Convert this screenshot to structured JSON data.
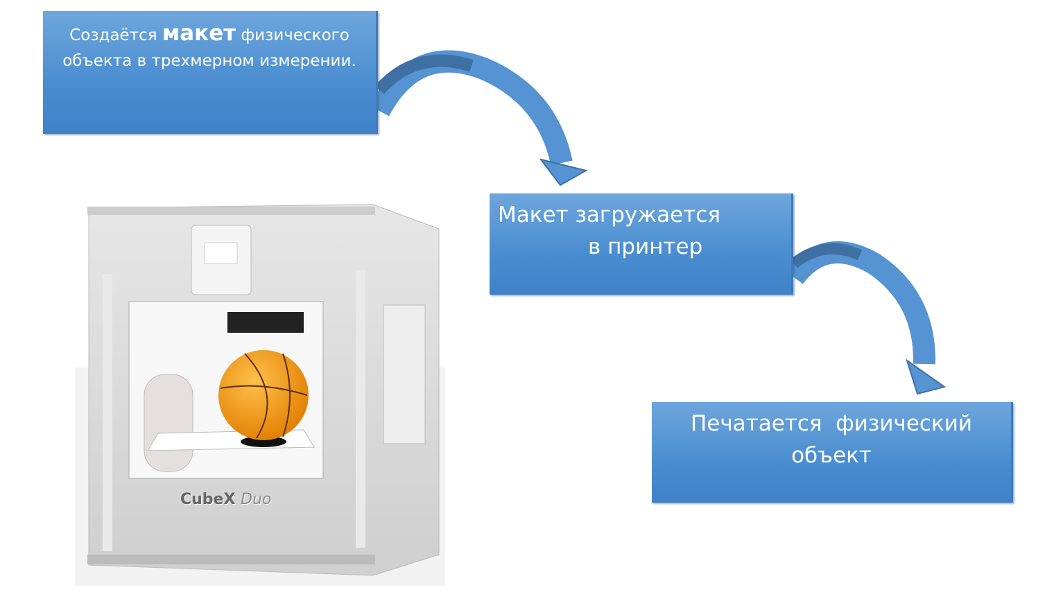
{
  "steps": [
    {
      "text_before": "Создаётся",
      "text_bold": "макет",
      "text_after": "физического",
      "line2": "объекта в трехмерном измерении."
    },
    {
      "line1": "Макет загружается",
      "line2": "в принтер"
    },
    {
      "line1": "Печатается  физический",
      "line2": "объект"
    }
  ],
  "printer": {
    "brand": "CubeX",
    "model": "Duo"
  },
  "colors": {
    "box": "#4a8dd0",
    "arrow": "#5593d3",
    "arrow_dark": "#3f70a3"
  }
}
